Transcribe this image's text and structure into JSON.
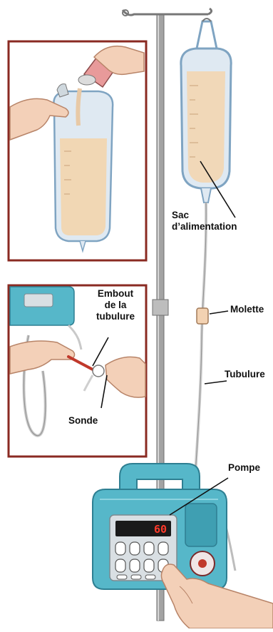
{
  "labels": {
    "sac_line1": "Sac",
    "sac_line2": "d’alimentation",
    "molette": "Molette",
    "tubulure": "Tubulure",
    "pompe": "Pompe",
    "embout_line1": "Embout",
    "embout_line2": "de la",
    "embout_line3": "tubulure",
    "sonde": "Sonde"
  },
  "pump_display": "60",
  "colors": {
    "frame": "#8a2a22",
    "pole": "#9a9a9a",
    "bag_fill": "#f1d7b4",
    "bag_edge": "#7fa4c2",
    "pump_body": "#56b7c9",
    "pump_dark": "#2e7f92",
    "display_bg": "#1a1a1a",
    "display_text": "#ff3a2a",
    "skin": "#f3d0b8",
    "skin_edge": "#b88468"
  }
}
